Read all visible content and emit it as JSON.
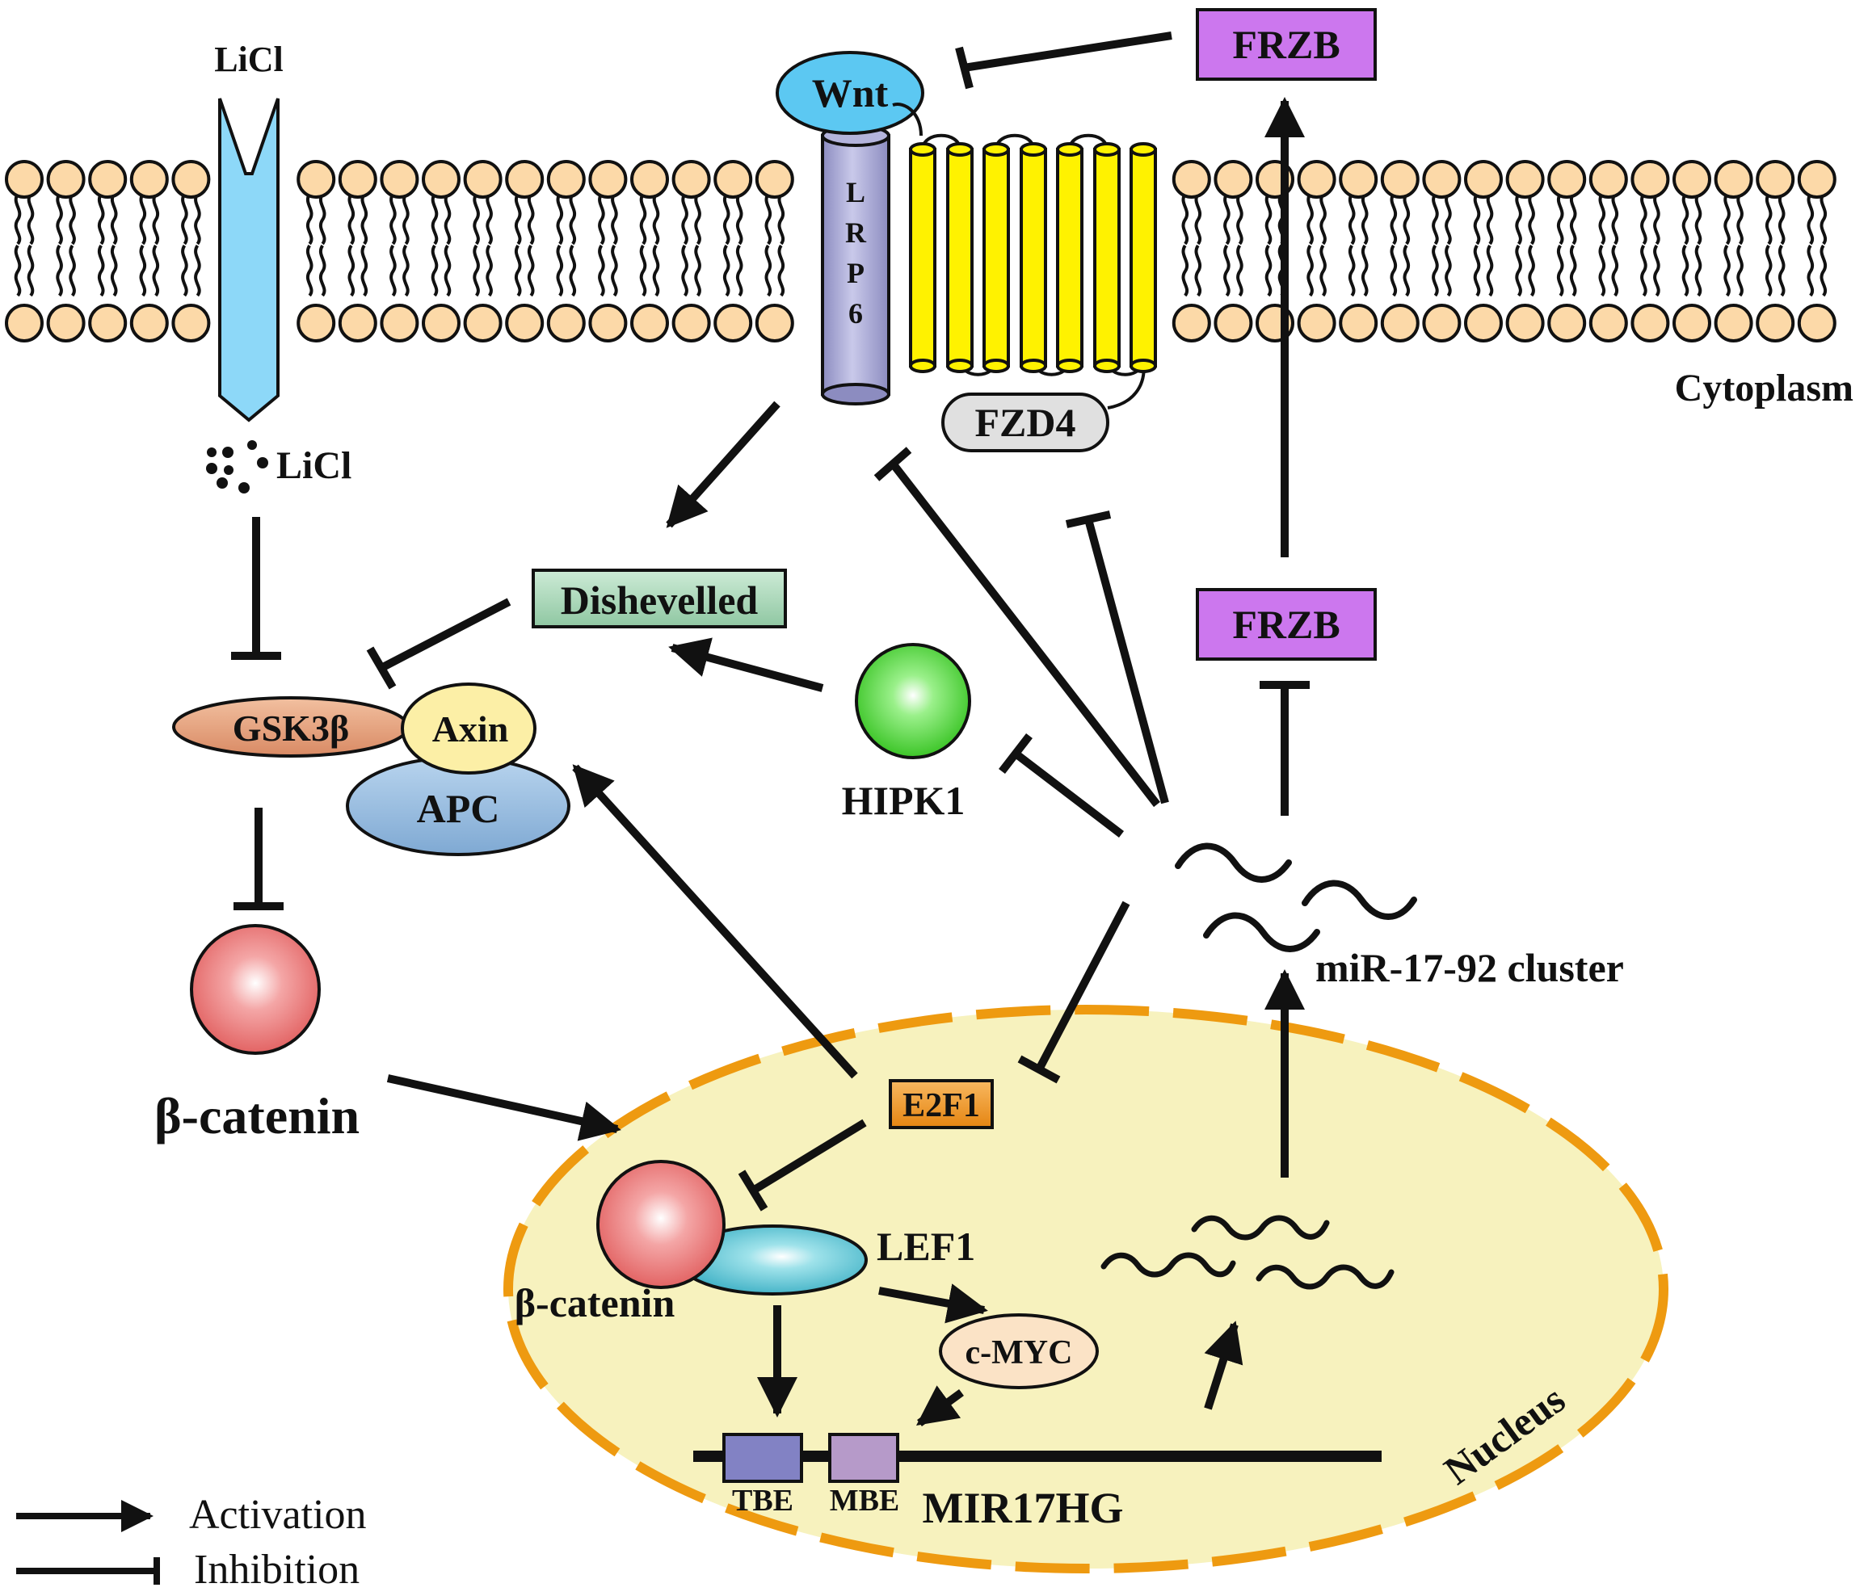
{
  "labels": {
    "licl_top": "LiCl",
    "licl_inside": "LiCl",
    "wnt": "Wnt",
    "lrp6": [
      "L",
      "R",
      "P",
      "6"
    ],
    "fzd4": "FZD4",
    "frzb_top": "FRZB",
    "frzb_mid": "FRZB",
    "cytoplasm": "Cytoplasm",
    "dishevelled": "Dishevelled",
    "gsk3b": "GSK3β",
    "axin": "Axin",
    "apc": "APC",
    "hipk1": "HIPK1",
    "beta_catenin_cyto": "β-catenin",
    "mir_cluster": "miR-17-92 cluster",
    "e2f1": "E2F1",
    "lef1": "LEF1",
    "beta_catenin_nuc": "β-catenin",
    "cmyc": "c-MYC",
    "tbe": "TBE",
    "mbe": "MBE",
    "mir17hg": "MIR17HG",
    "nucleus": "Nucleus"
  },
  "legend": {
    "activation": "Activation",
    "inhibition": "Inhibition"
  },
  "colors": {
    "lipid_head": "#FCD9A8",
    "licl_channel": "#8DD8F8",
    "wnt": "#5CC8F2",
    "lrp6": "#A9A9D6",
    "fzd4_helix": "#FFF200",
    "fzd4_box": "#E0E0E0",
    "frzb": "#CC77EE",
    "dishevelled": "#A8D5B5",
    "gsk3b": "#E3A07A",
    "axin": "#FCEFA6",
    "apc": "#8FB9DD",
    "hipk1": "#33CC22",
    "beta_catenin": "#E56A6A",
    "lef1": "#49B8C9",
    "e2f1": "#F0931E",
    "cmyc": "#FBE3C6",
    "tbe": "#8282C4",
    "mbe": "#B69AC9",
    "nucleus_fill": "#F7F2BE",
    "nucleus_border": "#EE9A10"
  }
}
